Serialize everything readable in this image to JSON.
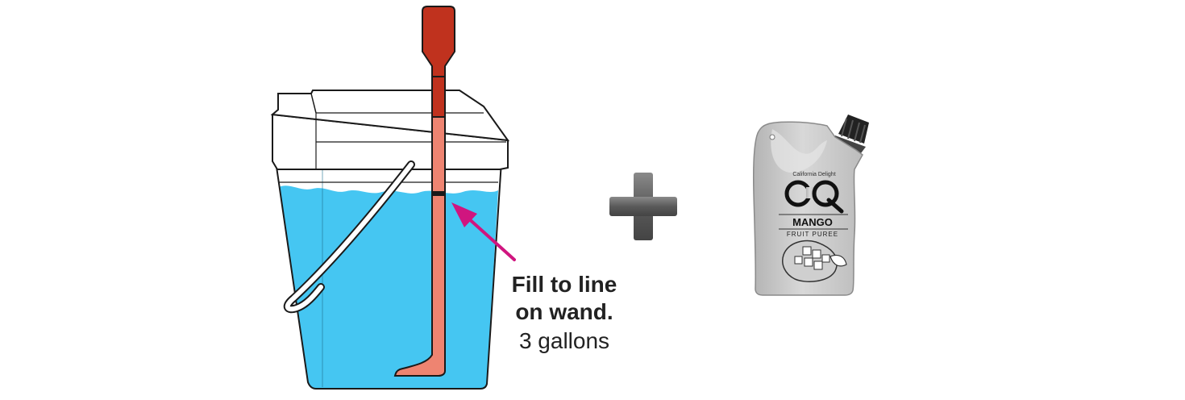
{
  "instruction": {
    "line1": "Fill to line",
    "line2": "on wand.",
    "volume": "3 gallons"
  },
  "pouch": {
    "brand_tagline": "California Delight",
    "product_name": "MANGO",
    "product_type": "FRUIT PUREE"
  },
  "icons": {
    "operator": "plus-icon",
    "pointer": "arrow-icon"
  },
  "colors": {
    "water": "#45c6f2",
    "wand_handle": "#c0321e",
    "wand_tube": "#ee8471",
    "arrow": "#d0157f",
    "plus": "#666666",
    "pouch": "#c4c4c4"
  }
}
